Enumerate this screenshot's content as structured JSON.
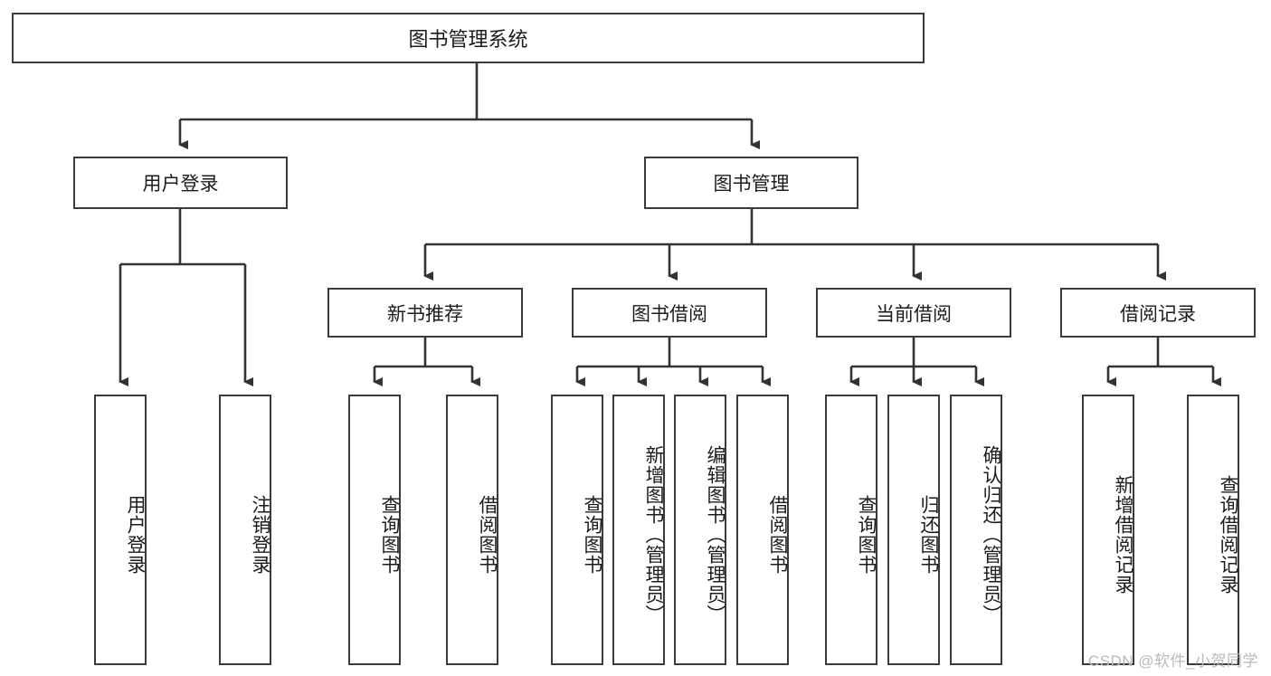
{
  "diagram": {
    "type": "tree-hierarchy",
    "title": "图书管理系统",
    "colors": {
      "box_border": "#3b3b3b",
      "box_fill": "#ffffff",
      "connector": "#333333",
      "text": "#1c1c1c",
      "watermark": "#b9b9b9"
    },
    "nodes": {
      "root": {
        "label": "图书管理系统"
      },
      "level2": [
        {
          "id": "user-login",
          "label": "用户登录"
        },
        {
          "id": "book-management",
          "label": "图书管理"
        }
      ],
      "level3": [
        {
          "id": "new-book-recommend",
          "label": "新书推荐"
        },
        {
          "id": "book-borrow",
          "label": "图书借阅"
        },
        {
          "id": "current-borrow",
          "label": "当前借阅"
        },
        {
          "id": "borrow-record",
          "label": "借阅记录"
        }
      ],
      "leaves": [
        {
          "id": "leaf-user-login",
          "label": "用户登录",
          "parent": "user-login"
        },
        {
          "id": "leaf-logout-login",
          "label": "注销登录",
          "parent": "user-login"
        },
        {
          "id": "leaf-query-book-1",
          "label": "查询图书",
          "parent": "new-book-recommend"
        },
        {
          "id": "leaf-borrow-book-1",
          "label": "借阅图书",
          "parent": "new-book-recommend"
        },
        {
          "id": "leaf-query-book-2",
          "label": "查询图书",
          "parent": "book-borrow"
        },
        {
          "id": "leaf-add-book",
          "label": "新增图书（管理员）",
          "parent": "book-borrow"
        },
        {
          "id": "leaf-edit-book",
          "label": "编辑图书（管理员）",
          "parent": "book-borrow"
        },
        {
          "id": "leaf-borrow-book-2",
          "label": "借阅图书",
          "parent": "book-borrow"
        },
        {
          "id": "leaf-query-book-3",
          "label": "查询图书",
          "parent": "current-borrow"
        },
        {
          "id": "leaf-return-book",
          "label": "归还图书",
          "parent": "current-borrow"
        },
        {
          "id": "leaf-confirm-return",
          "label": "确认归还（管理员）",
          "parent": "current-borrow"
        },
        {
          "id": "leaf-add-record",
          "label": "新增借阅记录",
          "parent": "borrow-record"
        },
        {
          "id": "leaf-query-record",
          "label": "查询借阅记录",
          "parent": "borrow-record"
        }
      ]
    },
    "watermark": "CSDN @软件_小贺同学"
  }
}
